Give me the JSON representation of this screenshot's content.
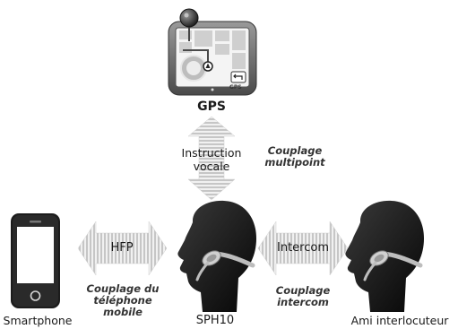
{
  "devices": {
    "gps": "GPS",
    "smartphone": "Smartphone",
    "sph10": "SPH10",
    "friend": "Ami interlocuteur"
  },
  "gps_screen": {
    "label": "GPS"
  },
  "links": {
    "voice": {
      "label_line1": "Instruction",
      "label_line2": "vocale",
      "note_line1": "Couplage",
      "note_line2": "multipoint"
    },
    "hfp": {
      "label": "HFP",
      "note_line1": "Couplage du",
      "note_line2": "téléphone",
      "note_line3": "mobile"
    },
    "intercom": {
      "label": "Intercom",
      "note_line1": "Couplage",
      "note_line2": "intercom"
    }
  }
}
